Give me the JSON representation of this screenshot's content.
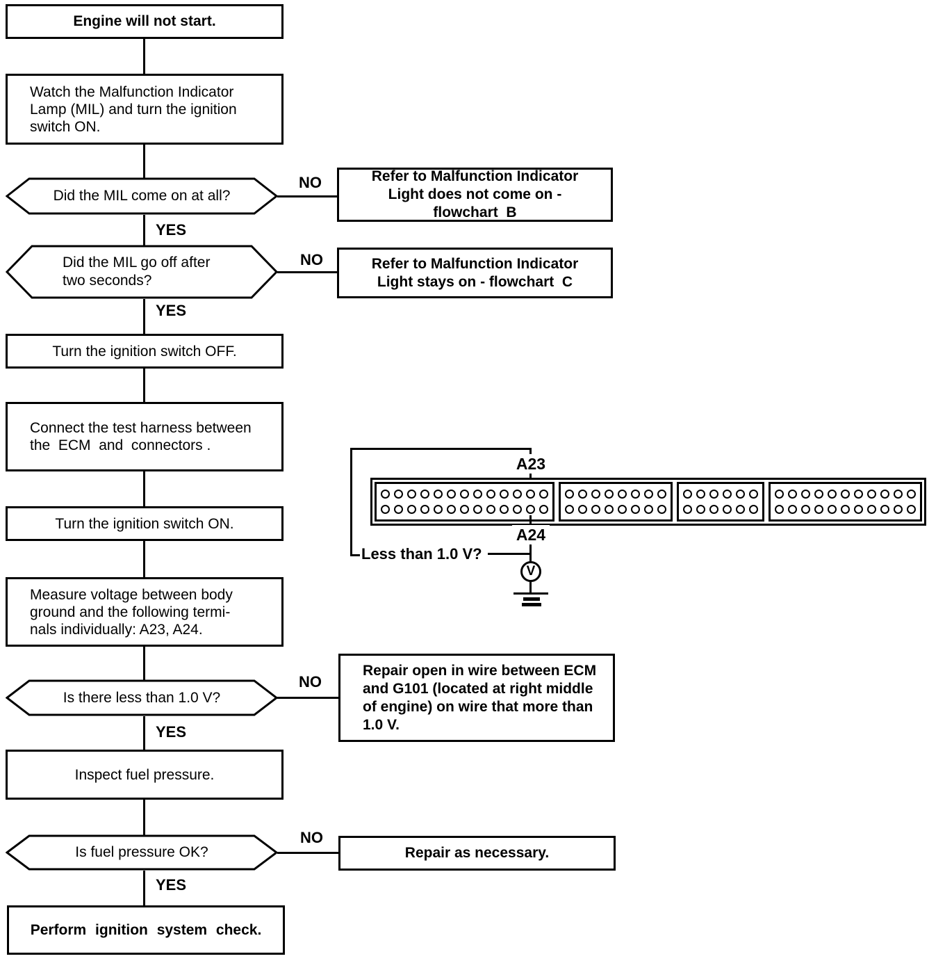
{
  "flowchart": {
    "start": "Engine will not start.",
    "watch_mil": "Watch the Malfunction Indicator\nLamp (MIL) and turn the ignition\nswitch ON.",
    "decision_mil_on": "Did the MIL come on at all?",
    "refer_flowchart_b": "Refer to Malfunction Indicator\nLight does not come on -\nflowchart  B",
    "decision_mil_off": "Did the MIL go off after\ntwo seconds?",
    "refer_flowchart_c": "Refer to Malfunction Indicator\nLight stays on - flowchart  C",
    "ignition_off": "Turn the ignition switch OFF.",
    "connect_harness": "Connect the test harness between\nthe  ECM  and  connectors .",
    "ignition_on": "Turn the ignition switch ON.",
    "measure_voltage": "Measure voltage between body\nground and the following termi-\nnals individually: A23, A24.",
    "decision_voltage": "Is there less than 1.0 V?",
    "repair_open_wire": "Repair open in wire between ECM\nand G101 (located at right middle\nof engine) on wire that more than\n1.0 V.",
    "inspect_fuel": "Inspect fuel pressure.",
    "decision_fuel": "Is fuel pressure OK?",
    "repair_necessary": "Repair as necessary.",
    "perform_ignition_check": "Perform ignition system check."
  },
  "labels": {
    "yes": "YES",
    "no": "NO"
  },
  "circuit": {
    "terminal_top": "A23",
    "terminal_bottom": "A24",
    "question": "Less than 1.0 V?",
    "meter": "V",
    "connector_sections_pins_per_row": [
      13,
      8,
      6,
      11
    ],
    "rows_per_section": 2
  },
  "colors": {
    "ink": "#000000",
    "paper": "#ffffff"
  }
}
